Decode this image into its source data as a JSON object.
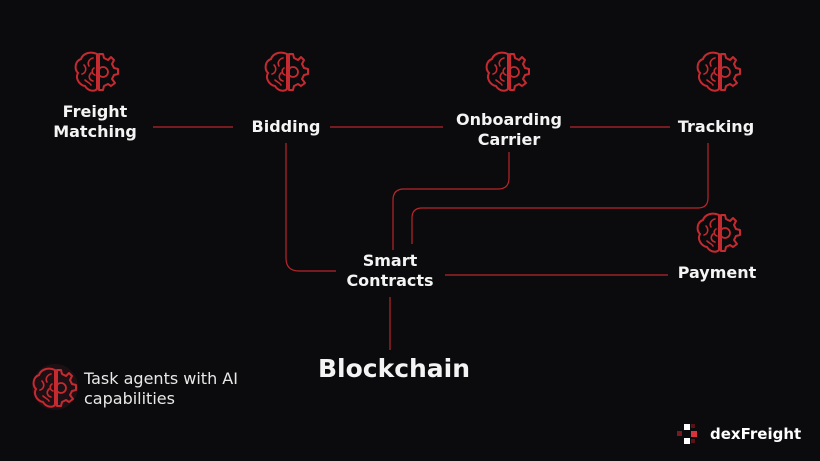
{
  "colors": {
    "background": "#0b0a0c",
    "line": "#b7262c",
    "brain": "#c42a30",
    "brain_dark": "#7a1a1f"
  },
  "nodes": {
    "freight_matching": {
      "line1": "Freight",
      "line2": "Matching",
      "icon": "ai-brain-gear-icon"
    },
    "bidding": {
      "line1": "Bidding",
      "icon": "ai-brain-gear-icon"
    },
    "onboarding_carrier": {
      "line1": "Onboarding",
      "line2": "Carrier",
      "icon": "ai-brain-gear-icon"
    },
    "tracking": {
      "line1": "Tracking",
      "icon": "ai-brain-gear-icon"
    },
    "smart_contracts": {
      "line1": "Smart",
      "line2": "Contracts"
    },
    "payment": {
      "line1": "Payment",
      "icon": "ai-brain-gear-icon"
    },
    "blockchain": {
      "line1": "Blockchain"
    }
  },
  "legend": {
    "text": "Task agents with AI capabilities",
    "icon": "ai-brain-gear-icon"
  },
  "logo": {
    "text": "dexFreight",
    "icon": "dexfreight-dots-logo"
  }
}
